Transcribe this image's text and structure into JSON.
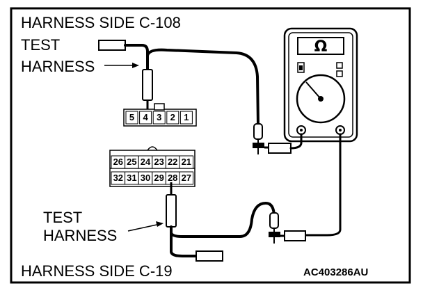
{
  "labels": {
    "top_title": "HARNESS SIDE C-108",
    "test_harness_top": [
      "TEST",
      "HARNESS"
    ],
    "test_harness_bottom": [
      "TEST",
      "HARNESS"
    ],
    "bottom_title": "HARNESS SIDE C-19",
    "figure_code": "AC403286AU"
  },
  "meter": {
    "symbol": "Ω"
  },
  "connector_c108": {
    "pins": [
      "5",
      "4",
      "3",
      "2",
      "1"
    ]
  },
  "connector_c19": {
    "row_top": [
      "26",
      "25",
      "24",
      "23",
      "22",
      "21"
    ],
    "row_bottom": [
      "32",
      "31",
      "30",
      "29",
      "28",
      "27"
    ]
  }
}
